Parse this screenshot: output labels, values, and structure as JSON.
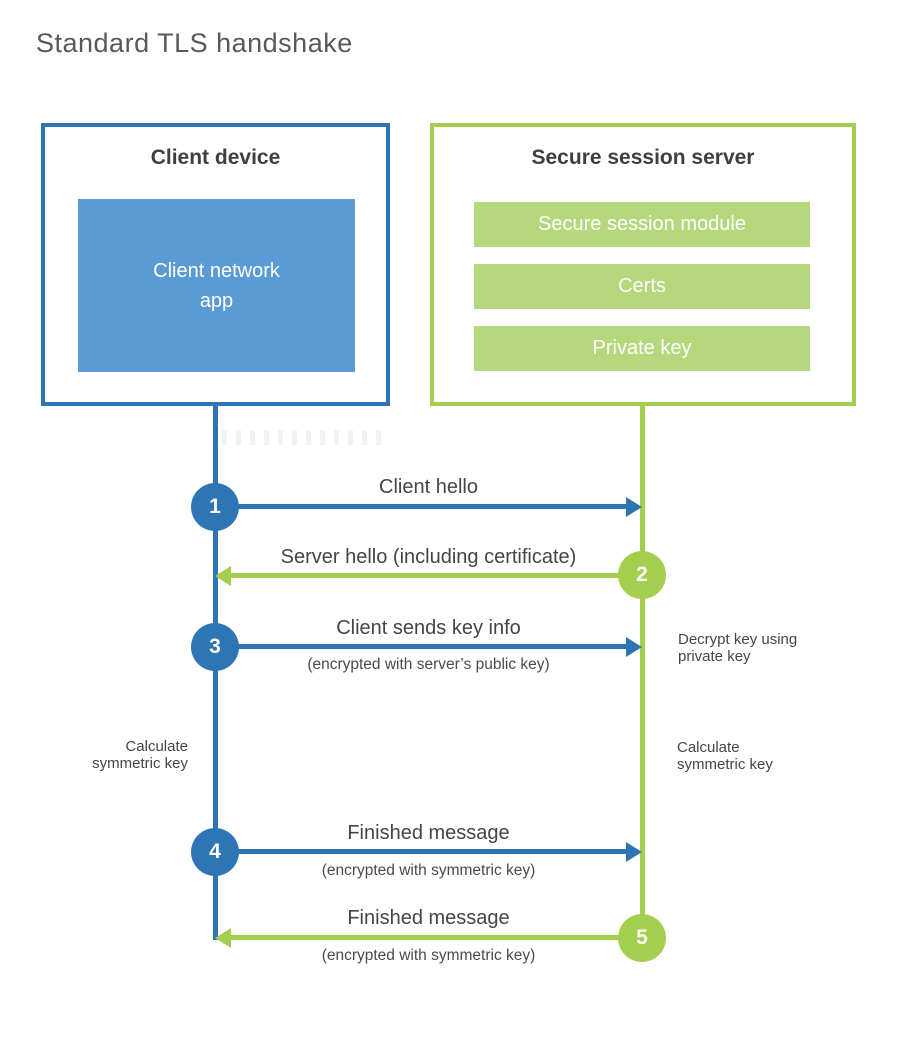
{
  "title": "Standard TLS handshake",
  "colors": {
    "blue": "#2e75b6",
    "blue_light": "#5b9bd5",
    "green": "#a3ce4e",
    "green_light": "#b6d87d",
    "heading_text": "#3f3f3f",
    "label_text": "#454545",
    "title_text": "#58595b"
  },
  "client": {
    "title": "Client device",
    "app_label": "Client network\napp"
  },
  "server": {
    "title": "Secure session server",
    "modules": [
      "Secure session module",
      "Certs",
      "Private key"
    ]
  },
  "messages": [
    {
      "num": "1",
      "label": "Client hello",
      "sublabel": "",
      "from": "client",
      "to": "server"
    },
    {
      "num": "2",
      "label": "Server hello (including certificate)",
      "sublabel": "",
      "from": "server",
      "to": "client"
    },
    {
      "num": "3",
      "label": "Client sends key info",
      "sublabel": "(encrypted with server’s public key)",
      "from": "client",
      "to": "server"
    },
    {
      "num": "4",
      "label": "Finished message",
      "sublabel": "(encrypted with symmetric key)",
      "from": "client",
      "to": "server"
    },
    {
      "num": "5",
      "label": "Finished message",
      "sublabel": "(encrypted with symmetric key)",
      "from": "server",
      "to": "client"
    }
  ],
  "notes": {
    "decrypt": "Decrypt key using\nprivate key",
    "calculate_left": "Calculate\nsymmetric key",
    "calculate_right": "Calculate\nsymmetric key"
  }
}
